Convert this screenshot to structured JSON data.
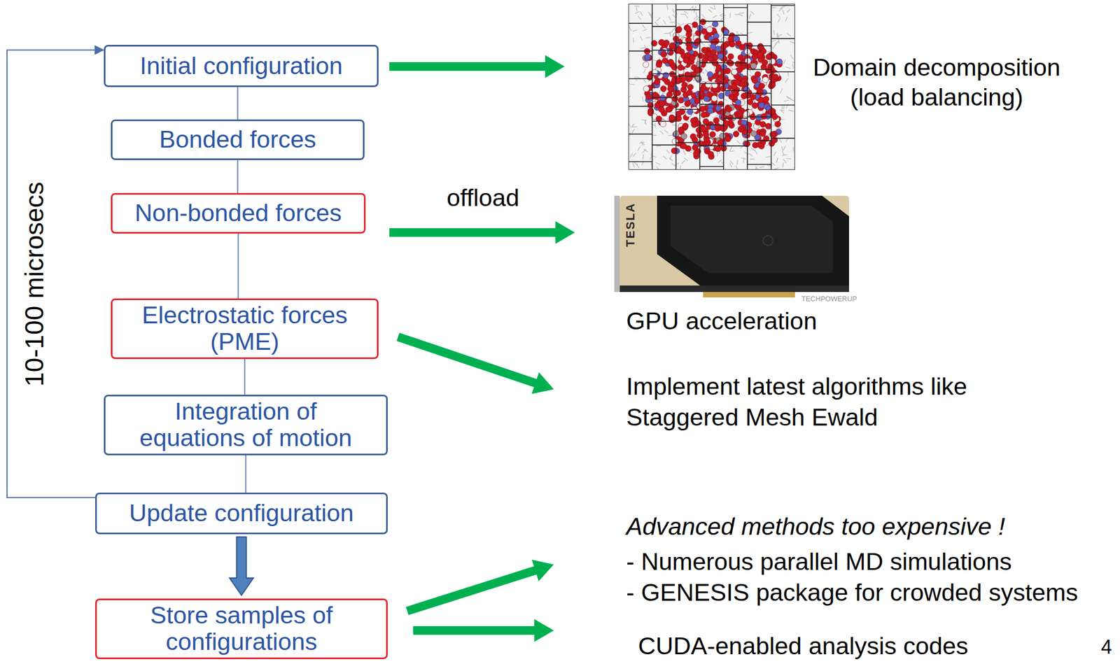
{
  "diagram": {
    "nodes": [
      {
        "text": [
          "Initial configuration"
        ]
      },
      {
        "text": [
          "Bonded forces"
        ]
      },
      {
        "text": [
          "Non-bonded forces"
        ]
      },
      {
        "text": [
          "Electrostatic forces (PME)"
        ]
      },
      {
        "text": [
          "Integration of equations of motion"
        ]
      },
      {
        "text": [
          "Update configuration"
        ]
      },
      {
        "text": [
          "Store samples of configurations"
        ]
      }
    ],
    "edges": [
      {
        "from": 0,
        "to": 1,
        "arrow": "none"
      },
      {
        "from": 1,
        "to": 2,
        "arrow": "none"
      },
      {
        "from": 2,
        "to": 3,
        "arrow": "none"
      },
      {
        "from": 3,
        "to": 4,
        "arrow": "none"
      },
      {
        "from": 4,
        "to": 5,
        "arrow": "none"
      },
      {
        "from": 5,
        "to": 6,
        "arrow": "to"
      },
      {
        "from": 5,
        "to": 0,
        "arrow": "to"
      }
    ],
    "labels": [
      "Domain decomposition (load balancing)",
      "offload",
      "TESLA",
      "TECHPOWERUP",
      "GPU acceleration",
      "10-100 microsecs",
      "Implement latest algorithms like Staggered Mesh Ewald",
      "Advanced methods too expensive !",
      "- Numerous parallel MD simulations",
      "- GENESIS package for crowded systems",
      "CUDA-enabled analysis codes",
      "4"
    ]
  }
}
